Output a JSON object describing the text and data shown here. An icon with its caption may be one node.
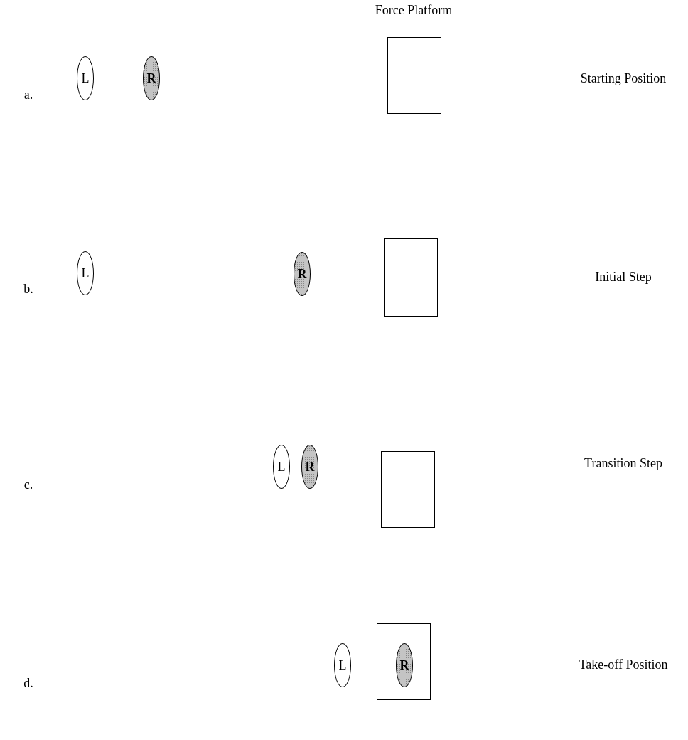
{
  "diagram": {
    "nodes": [
      {
        "text": [
          "L"
        ]
      },
      {
        "text": [
          "R"
        ]
      },
      {
        "text": [],
        "shape": "box"
      },
      {
        "text": [
          "L"
        ]
      },
      {
        "text": [
          "R"
        ]
      },
      {
        "text": [],
        "shape": "box"
      },
      {
        "text": [
          "L"
        ]
      },
      {
        "text": [
          "R"
        ]
      },
      {
        "text": [],
        "shape": "box"
      },
      {
        "text": [
          "L"
        ]
      },
      {
        "text": [],
        "shape": "box"
      },
      {
        "text": [
          "R"
        ],
        "in": 10
      }
    ],
    "labels": [
      "Force Platform",
      "a.",
      "Starting Position",
      "b.",
      "Initial Step",
      "c.",
      "Transition Step",
      "d.",
      "Take-off Position"
    ]
  }
}
